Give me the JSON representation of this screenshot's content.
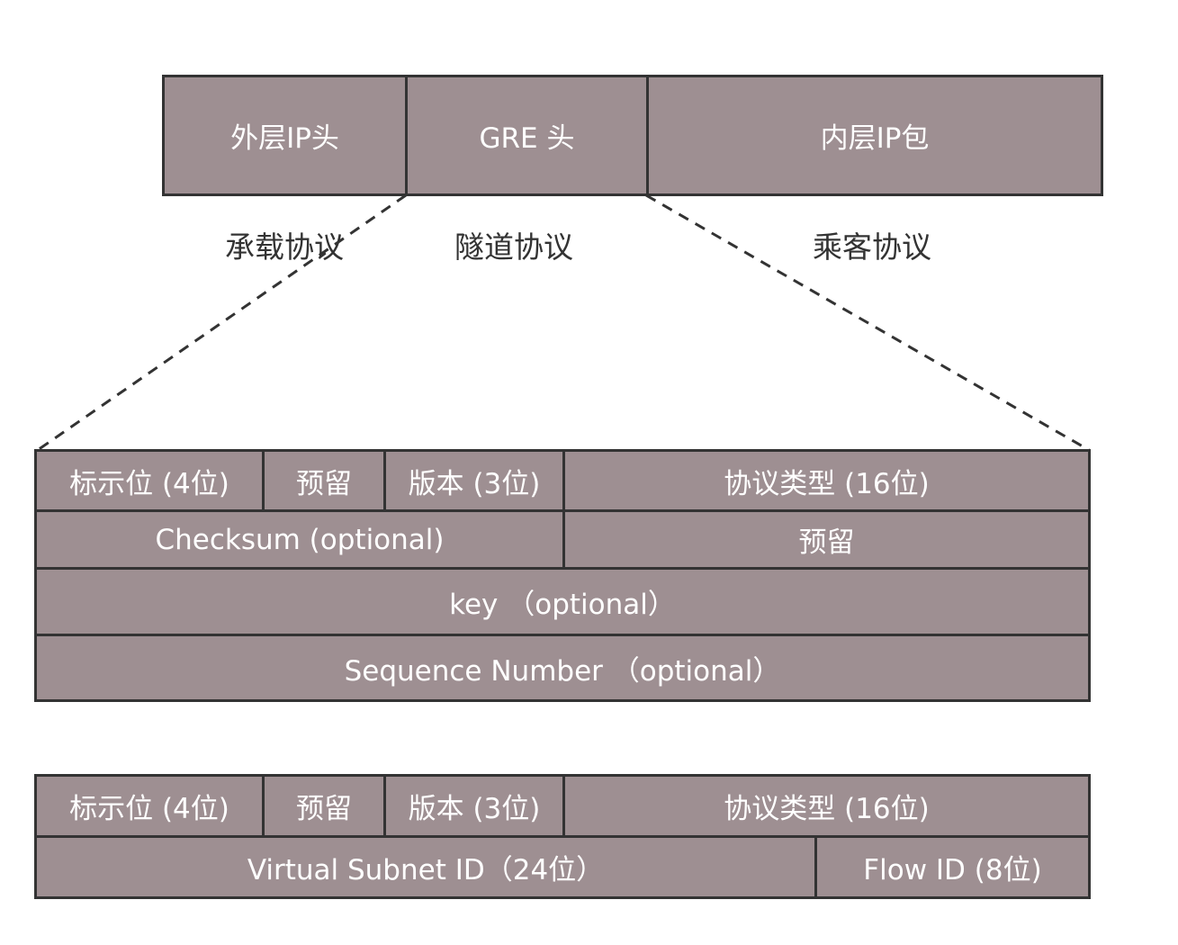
{
  "header": {
    "outer_ip": "外层IP头",
    "gre": "GRE 头",
    "inner_ip": "内层IP包"
  },
  "labels": {
    "carrier": "承载协议",
    "tunnel": "隧道协议",
    "passenger": "乘客协议"
  },
  "gre_header": {
    "flags": "标示位 (4位)",
    "reserved1": "预留",
    "version": "版本 (3位)",
    "protocol_type": "协议类型 (16位)",
    "checksum": "Checksum (optional)",
    "reserved2": "预留",
    "key": "key （optional）",
    "sequence": "Sequence Number （optional）"
  },
  "nvgre_header": {
    "flags": "标示位 (4位)",
    "reserved": "预留",
    "version": "版本 (3位)",
    "protocol_type": "协议类型 (16位)",
    "vsid": "Virtual Subnet ID（24位）",
    "flow_id": "Flow ID (8位)"
  },
  "colors": {
    "cell_fill": "#9e8f92",
    "border": "#333333",
    "cell_text": "#ffffff",
    "label_text": "#333333"
  }
}
